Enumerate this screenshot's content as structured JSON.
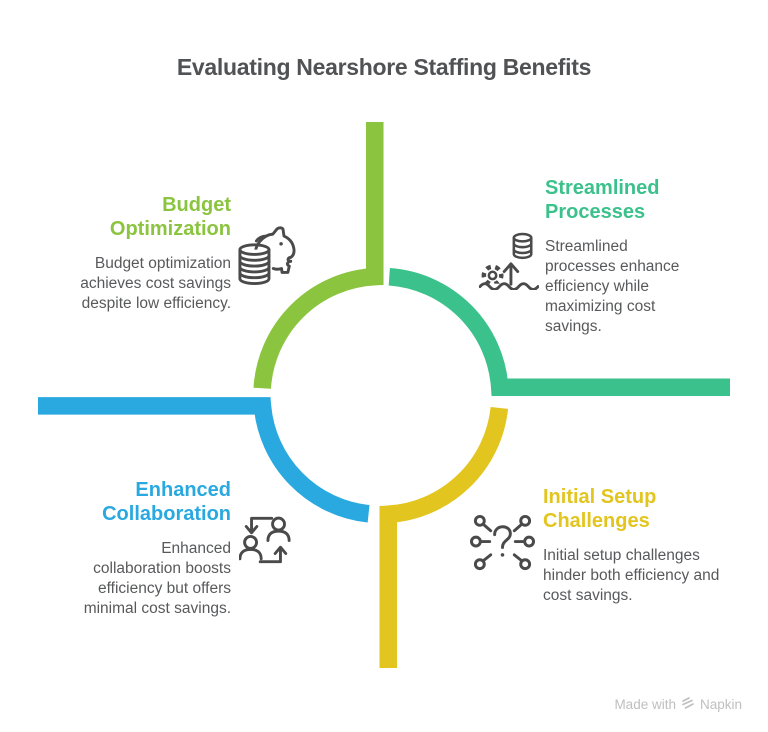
{
  "title": "Evaluating Nearshore Staffing Benefits",
  "colors": {
    "lime": "#8BC43E",
    "emerald": "#3BC18B",
    "blue": "#29A9E0",
    "yellow": "#E2C51E",
    "title_text": "#515254",
    "body_text": "#58595B",
    "icon_stroke": "#4A4A4A",
    "watermark_text": "#BFBFBF"
  },
  "quadrants": [
    {
      "id": "budget-optimization",
      "color": "#8BC43E",
      "icon": "piggy-bank-coins-icon",
      "heading_lines": [
        "Budget",
        "Optimization"
      ],
      "body_lines": [
        "Budget optimization",
        "achieves cost savings",
        "despite low efficiency."
      ]
    },
    {
      "id": "streamlined-processes",
      "color": "#3BC18B",
      "icon": "gear-efficiency-icon",
      "heading_lines": [
        "Streamlined",
        "Processes"
      ],
      "body_lines": [
        "Streamlined",
        "processes enhance",
        "efficiency while",
        "maximizing cost",
        "savings."
      ]
    },
    {
      "id": "enhanced-collaboration",
      "color": "#29A9E0",
      "icon": "people-exchange-icon",
      "heading_lines": [
        "Enhanced",
        "Collaboration"
      ],
      "body_lines": [
        "Enhanced",
        "collaboration boosts",
        "efficiency but offers",
        "minimal cost savings."
      ]
    },
    {
      "id": "initial-setup-challenges",
      "color": "#E2C51E",
      "icon": "question-network-icon",
      "heading_lines": [
        "Initial Setup",
        "Challenges"
      ],
      "body_lines": [
        "Initial setup challenges",
        "hinder both efficiency and",
        "cost savings."
      ]
    }
  ],
  "watermark": {
    "prefix": "Made with",
    "brand": "Napkin"
  }
}
